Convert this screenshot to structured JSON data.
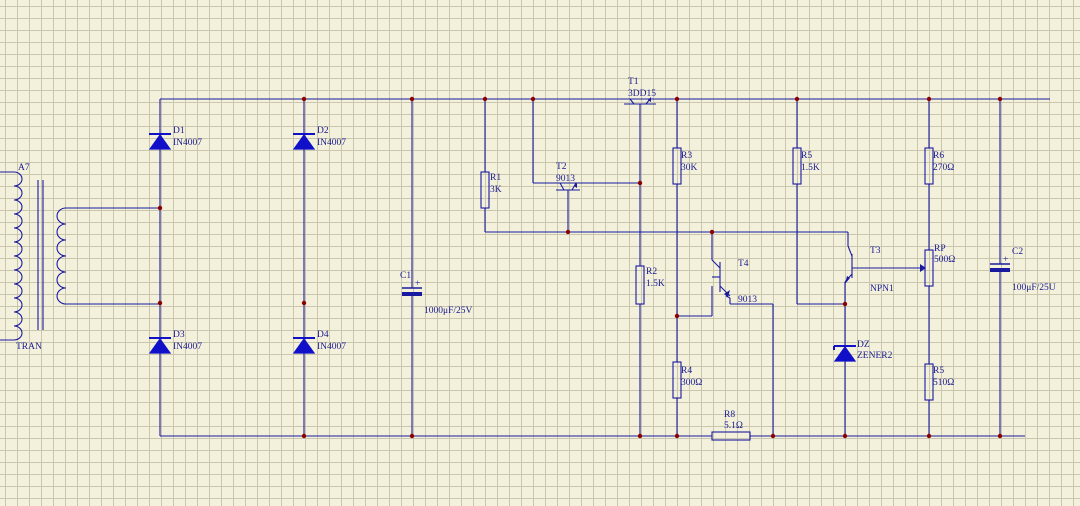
{
  "components": {
    "a7": {
      "ref": "A7",
      "value": "TRAN"
    },
    "d1": {
      "ref": "D1",
      "value": "IN4007"
    },
    "d2": {
      "ref": "D2",
      "value": "IN4007"
    },
    "d3": {
      "ref": "D3",
      "value": "IN4007"
    },
    "d4": {
      "ref": "D4",
      "value": "IN4007"
    },
    "c1": {
      "ref": "C1",
      "value": "1000μF/25V"
    },
    "t1": {
      "ref": "T1",
      "value": "3DD15"
    },
    "r1": {
      "ref": "R1",
      "value": "3K"
    },
    "t2": {
      "ref": "T2",
      "value": "9013"
    },
    "r2": {
      "ref": "R2",
      "value": "1.5K"
    },
    "r3": {
      "ref": "R3",
      "value": "30K"
    },
    "t4": {
      "ref": "T4",
      "value": "9013"
    },
    "r4": {
      "ref": "R4",
      "value": "300Ω"
    },
    "r8": {
      "ref": "R8",
      "value": "5.1Ω"
    },
    "r5a": {
      "ref": "R5",
      "value": "1.5K"
    },
    "t3": {
      "ref": "T3",
      "value": "NPN1"
    },
    "dz": {
      "ref": "DZ",
      "value": "ZENER2"
    },
    "r6": {
      "ref": "R6",
      "value": "270Ω"
    },
    "rp": {
      "ref": "RP",
      "value": "500Ω"
    },
    "r5b": {
      "ref": "R5",
      "value": "510Ω"
    },
    "c2": {
      "ref": "C2",
      "value": "100μF/25U"
    },
    "c_polarity": "+"
  },
  "colors": {
    "wire": "#1a1aa0",
    "diode": "#1010c8",
    "junction": "#8b0000",
    "grid": "#c9c6ad",
    "background": "#f3f1dc"
  }
}
